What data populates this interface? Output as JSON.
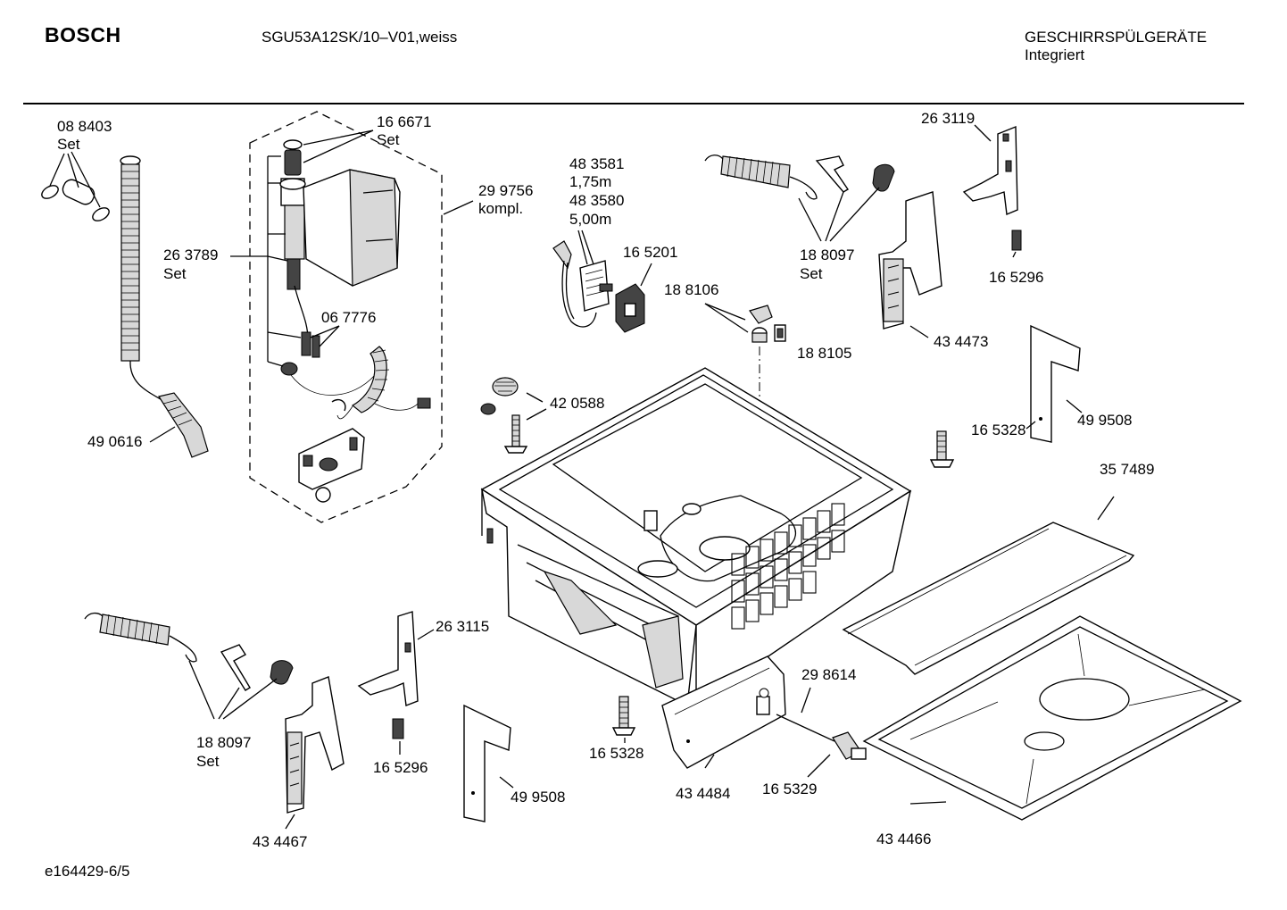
{
  "header": {
    "brand": "BOSCH",
    "model": "SGU53A12SK/10–V01,weiss",
    "category": "GESCHIRRSPÜLGERÄTE",
    "subcategory": "Integriert"
  },
  "footer": {
    "doc_id": "e164429-6/5"
  },
  "labels": {
    "l_088403": "08 8403",
    "l_088403_set": "Set",
    "l_166671": "16 6671",
    "l_166671_set": "Set",
    "l_299756": "29 9756",
    "l_299756_kompl": "kompl.",
    "l_263789": "26 3789",
    "l_263789_set": "Set",
    "l_067776": "06 7776",
    "l_490616": "49 0616",
    "l_483581": "48 3581",
    "l_483581_len": "1,75m",
    "l_483580": "48 3580",
    "l_483580_len": "5,00m",
    "l_165201": "16 5201",
    "l_188106": "18 8106",
    "l_188105": "18 8105",
    "l_188097_top": "18 8097",
    "l_188097_top_set": "Set",
    "l_263119": "26 3119",
    "l_165296_top": "16 5296",
    "l_434473": "43 4473",
    "l_420588": "42 0588",
    "l_165328_right": "16 5328",
    "l_499508_right": "49 9508",
    "l_357489": "35 7489",
    "l_263115": "26 3115",
    "l_188097_bottom": "18 8097",
    "l_188097_bottom_set": "Set",
    "l_165296_bottom": "16 5296",
    "l_434467": "43 4467",
    "l_499508_bottom": "49 9508",
    "l_165328_bottom": "16 5328",
    "l_298614": "29 8614",
    "l_434484": "43 4484",
    "l_165329": "16 5329",
    "l_434466": "43 4466"
  }
}
